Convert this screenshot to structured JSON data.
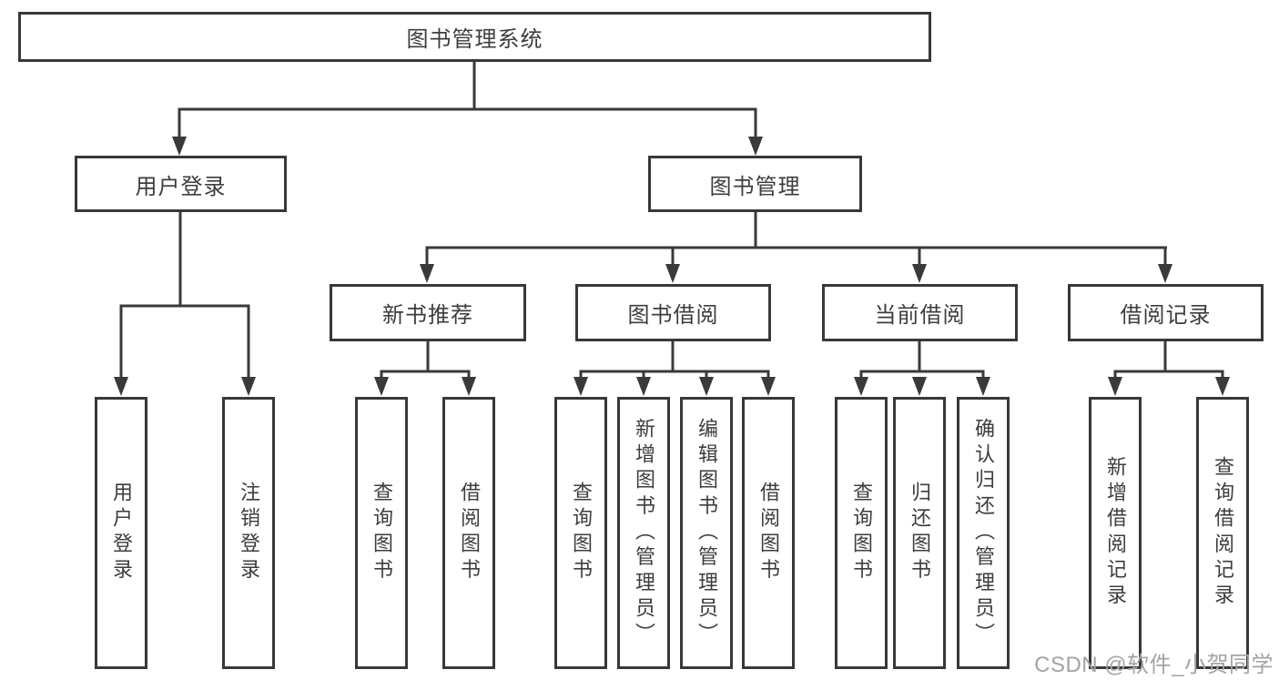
{
  "diagram": {
    "root": {
      "label": "图书管理系统"
    },
    "branches": [
      {
        "label": "用户登录",
        "children": [
          {
            "label": "用户登录"
          },
          {
            "label": "注销登录"
          }
        ]
      },
      {
        "label": "图书管理",
        "children": [
          {
            "label": "新书推荐",
            "children": [
              {
                "label": "查询图书"
              },
              {
                "label": "借阅图书"
              }
            ]
          },
          {
            "label": "图书借阅",
            "children": [
              {
                "label": "查询图书"
              },
              {
                "label": "新增图书（管理员）"
              },
              {
                "label": "编辑图书（管理员）"
              },
              {
                "label": "借阅图书"
              }
            ]
          },
          {
            "label": "当前借阅",
            "children": [
              {
                "label": "查询图书"
              },
              {
                "label": "归还图书"
              },
              {
                "label": "确认归还（管理员）"
              }
            ]
          },
          {
            "label": "借阅记录",
            "children": [
              {
                "label": "新增借阅记录"
              },
              {
                "label": "查询借阅记录"
              }
            ]
          }
        ]
      }
    ]
  },
  "watermark": {
    "text": "CSDN @软件_小贺同学"
  },
  "colors": {
    "line": "#3a3a3a",
    "box_border": "#383838",
    "text": "#3d3d3d",
    "watermark_text": "#a3a3a3",
    "background": "#ffffff"
  }
}
